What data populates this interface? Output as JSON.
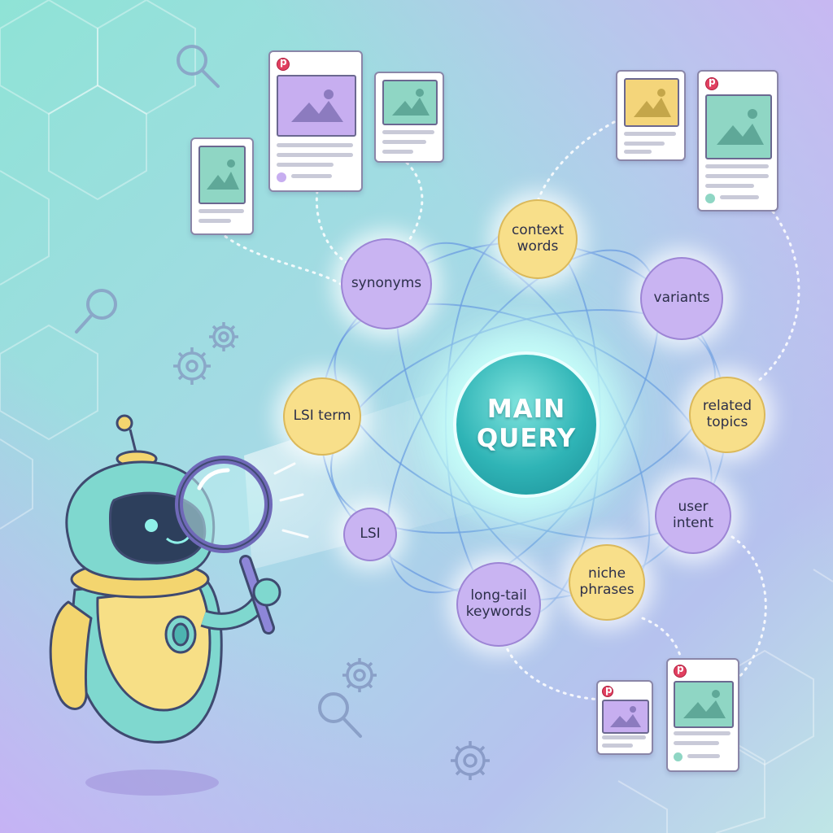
{
  "diagram": {
    "center": {
      "label": "MAIN\nQUERY"
    },
    "nodes": [
      {
        "id": "context-words",
        "label": "context\nwords",
        "color": "yellow"
      },
      {
        "id": "synonyms",
        "label": "synonyms",
        "color": "purple"
      },
      {
        "id": "variants",
        "label": "variants",
        "color": "purple"
      },
      {
        "id": "lsi-term",
        "label": "LSI term",
        "color": "yellow"
      },
      {
        "id": "related-topics",
        "label": "related\ntopics",
        "color": "yellow"
      },
      {
        "id": "lsi",
        "label": "LSI",
        "color": "purple"
      },
      {
        "id": "user-intent",
        "label": "user\nintent",
        "color": "purple"
      },
      {
        "id": "niche-phrases",
        "label": "niche\nphrases",
        "color": "yellow"
      },
      {
        "id": "long-tail-keywords",
        "label": "long-tail\nkeywords",
        "color": "purple"
      }
    ]
  },
  "colors": {
    "background_start": "#8fe3d6",
    "background_end": "#c8b4f4",
    "node_purple": "#c9b4f2",
    "node_yellow": "#f8df8a",
    "center_teal": "#2fb4b6",
    "orbit_line": "#6a9be0",
    "pinterest_red": "#e14060"
  },
  "illustration": {
    "robot": "robot-mascot-with-magnifying-glass",
    "cards": "pinterest-pin-card-icons",
    "decor": [
      "magnifier-icon",
      "gear-icon",
      "hexagon-pattern"
    ]
  }
}
